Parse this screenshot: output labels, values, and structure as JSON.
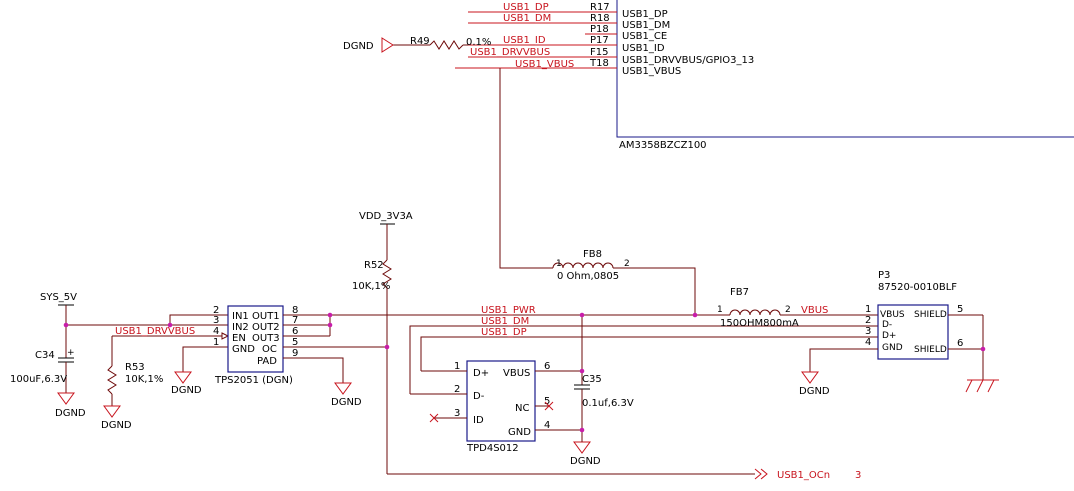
{
  "soc": {
    "part": "AM3358BZCZ100",
    "pins": [
      {
        "net": "USB1_DP",
        "ball": "R17",
        "name": "USB1_DP"
      },
      {
        "net": "USB1_DM",
        "ball": "R18",
        "name": "USB1_DM"
      },
      {
        "net": "",
        "ball": "P18",
        "name": "USB1_CE"
      },
      {
        "net": "USB1_ID",
        "ball": "P17",
        "name": "USB1_ID"
      },
      {
        "net": "USB1_DRVVBUS",
        "ball": "F15",
        "name": "USB1_DRVVBUS/GPIO3_13"
      },
      {
        "net": "USB1_VBUS",
        "ball": "T18",
        "name": "USB1_VBUS"
      }
    ]
  },
  "r49": {
    "ref": "R49",
    "value": "0.1%"
  },
  "fb8": {
    "ref": "FB8",
    "pin1": "1",
    "pin2": "2",
    "value": "0 Ohm,0805"
  },
  "fb7": {
    "ref": "FB7",
    "pin1": "1",
    "pin2": "2",
    "value": "150OHM800mA"
  },
  "vdd": {
    "label": "VDD_3V3A"
  },
  "r52": {
    "ref": "R52",
    "value": "10K,1%"
  },
  "sys5v": {
    "label": "SYS_5V"
  },
  "c34": {
    "ref": "C34",
    "value": "100uF,6.3V",
    "polarity": "+"
  },
  "r53": {
    "ref": "R53",
    "value": "10K,1%"
  },
  "tps": {
    "part": "TPS2051 (DGN)",
    "left_pins": [
      {
        "num": "2",
        "name": "IN1"
      },
      {
        "num": "3",
        "name": "IN2"
      },
      {
        "num": "4",
        "name": "EN"
      },
      {
        "num": "1",
        "name": "GND"
      }
    ],
    "right_pins": [
      {
        "num": "8",
        "name": "OUT1"
      },
      {
        "num": "7",
        "name": "OUT2"
      },
      {
        "num": "6",
        "name": "OUT3"
      },
      {
        "num": "5",
        "name": "OC"
      },
      {
        "num": "9",
        "name": "PAD"
      }
    ]
  },
  "tpd": {
    "part": "TPD4S012",
    "pins": [
      {
        "num": "1",
        "name": "D+"
      },
      {
        "num": "2",
        "name": "D-"
      },
      {
        "num": "3",
        "name": "ID"
      },
      {
        "num": "6",
        "name": "VBUS"
      },
      {
        "num": "5",
        "name": "NC"
      },
      {
        "num": "4",
        "name": "GND"
      }
    ]
  },
  "c35": {
    "ref": "C35",
    "value": "0.1uf,6.3V"
  },
  "p3": {
    "ref": "P3",
    "part": "87520-0010BLF",
    "pins": [
      {
        "num": "1",
        "name": "VBUS"
      },
      {
        "num": "2",
        "name": "D-"
      },
      {
        "num": "3",
        "name": "D+"
      },
      {
        "num": "4",
        "name": "GND"
      },
      {
        "num": "5",
        "name": "SHIELD"
      },
      {
        "num": "6",
        "name": "SHIELD"
      }
    ]
  },
  "nets": {
    "usb1_pwr": "USB1_PWR",
    "usb1_dm": "USB1_DM",
    "usb1_dp": "USB1_DP",
    "usb1_drvvbus": "USB1_DRVVBUS",
    "vbus": "VBUS",
    "ocn": "USB1_OCn",
    "ocn_page": "3"
  },
  "ground": {
    "label": "DGND"
  }
}
